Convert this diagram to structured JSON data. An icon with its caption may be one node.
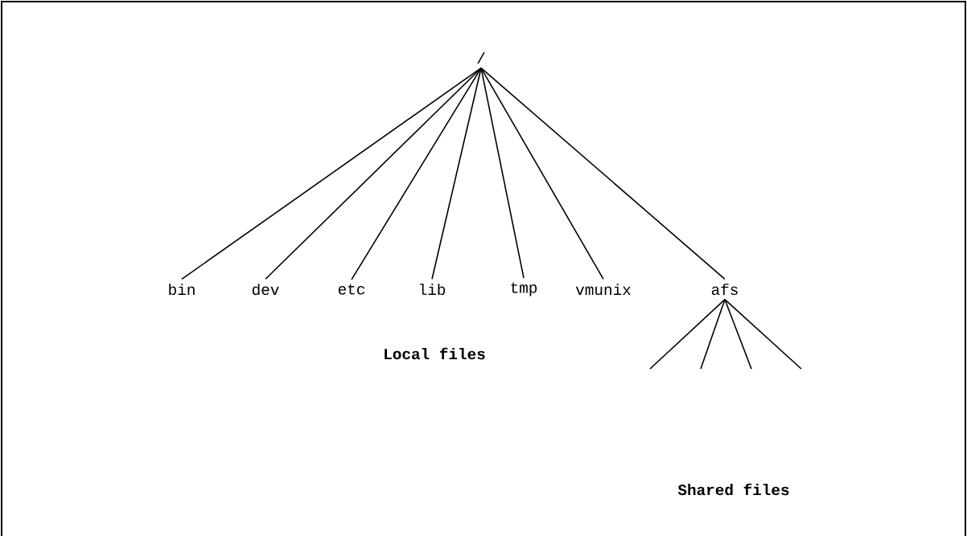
{
  "diagram": {
    "nodes": [
      {
        "text": [
          "/"
        ]
      },
      {
        "text": [
          "bin"
        ]
      },
      {
        "text": [
          "dev"
        ]
      },
      {
        "text": [
          "etc"
        ]
      },
      {
        "text": [
          "lib"
        ]
      },
      {
        "text": [
          "tmp"
        ]
      },
      {
        "text": [
          "vmunix"
        ]
      },
      {
        "text": [
          "afs"
        ]
      }
    ],
    "edges": [
      {
        "from": 0,
        "to": 1,
        "arrow": "none"
      },
      {
        "from": 0,
        "to": 2,
        "arrow": "none"
      },
      {
        "from": 0,
        "to": 3,
        "arrow": "none"
      },
      {
        "from": 0,
        "to": 4,
        "arrow": "none"
      },
      {
        "from": 0,
        "to": 5,
        "arrow": "none"
      },
      {
        "from": 0,
        "to": 6,
        "arrow": "none"
      },
      {
        "from": 0,
        "to": 7,
        "arrow": "none"
      },
      {
        "from": 7,
        "to": null,
        "arrow": "none"
      },
      {
        "from": 7,
        "to": null,
        "arrow": "none"
      },
      {
        "from": 7,
        "to": null,
        "arrow": "none"
      },
      {
        "from": 7,
        "to": null,
        "arrow": "none"
      }
    ],
    "labels": [
      "Local files",
      "Shared files"
    ]
  }
}
